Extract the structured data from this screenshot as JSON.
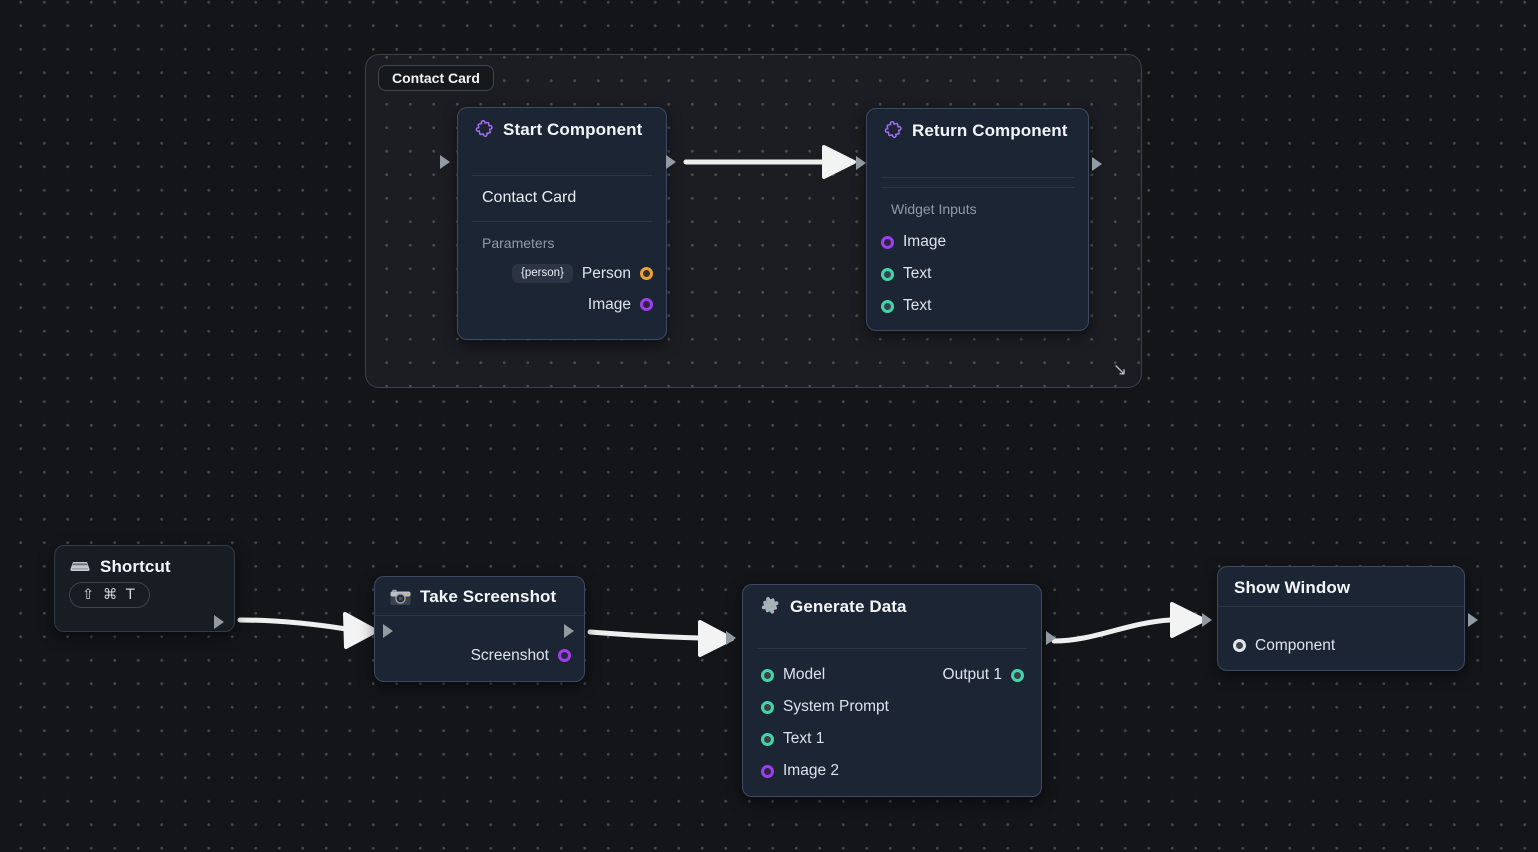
{
  "ui": {
    "resize_glyph": "↘"
  },
  "colors": {
    "teal": "#41d6a6",
    "purple": "#9b3ff0",
    "orange": "#eda236",
    "gray_ring": "#e3e7ec",
    "edge": "#efefef",
    "node_bg": "#1c2533",
    "canvas_bg": "#141519"
  },
  "group": {
    "label": "Contact Card"
  },
  "nodes": {
    "start_component": {
      "title": "Start Component",
      "icon": "puzzle-icon",
      "body_label": "Contact Card",
      "section_label": "Parameters",
      "params": [
        {
          "badge": "{person}",
          "label": "Person",
          "color": "orange"
        },
        {
          "label": "Image",
          "color": "purple"
        }
      ]
    },
    "return_component": {
      "title": "Return Component",
      "icon": "puzzle-icon",
      "section_label": "Widget Inputs",
      "inputs": [
        {
          "label": "Image",
          "color": "purple"
        },
        {
          "label": "Text",
          "color": "teal"
        },
        {
          "label": "Text",
          "color": "teal"
        }
      ]
    },
    "shortcut": {
      "title": "Shortcut",
      "icon": "keyboard-icon",
      "hotkey": "⇧ ⌘ T"
    },
    "take_screenshot": {
      "title": "Take Screenshot",
      "icon": "camera-icon",
      "outputs": [
        {
          "label": "Screenshot",
          "color": "purple"
        }
      ]
    },
    "generate_data": {
      "title": "Generate Data",
      "icon": "puzzle-gray-icon",
      "inputs": [
        {
          "label": "Model",
          "color": "teal"
        },
        {
          "label": "System Prompt",
          "color": "teal"
        },
        {
          "label": "Text 1",
          "color": "teal"
        },
        {
          "label": "Image 2",
          "color": "purple"
        }
      ],
      "outputs": [
        {
          "label": "Output 1",
          "color": "teal"
        }
      ]
    },
    "show_window": {
      "title": "Show Window",
      "inputs": [
        {
          "label": "Component",
          "color": "gray"
        }
      ]
    }
  }
}
